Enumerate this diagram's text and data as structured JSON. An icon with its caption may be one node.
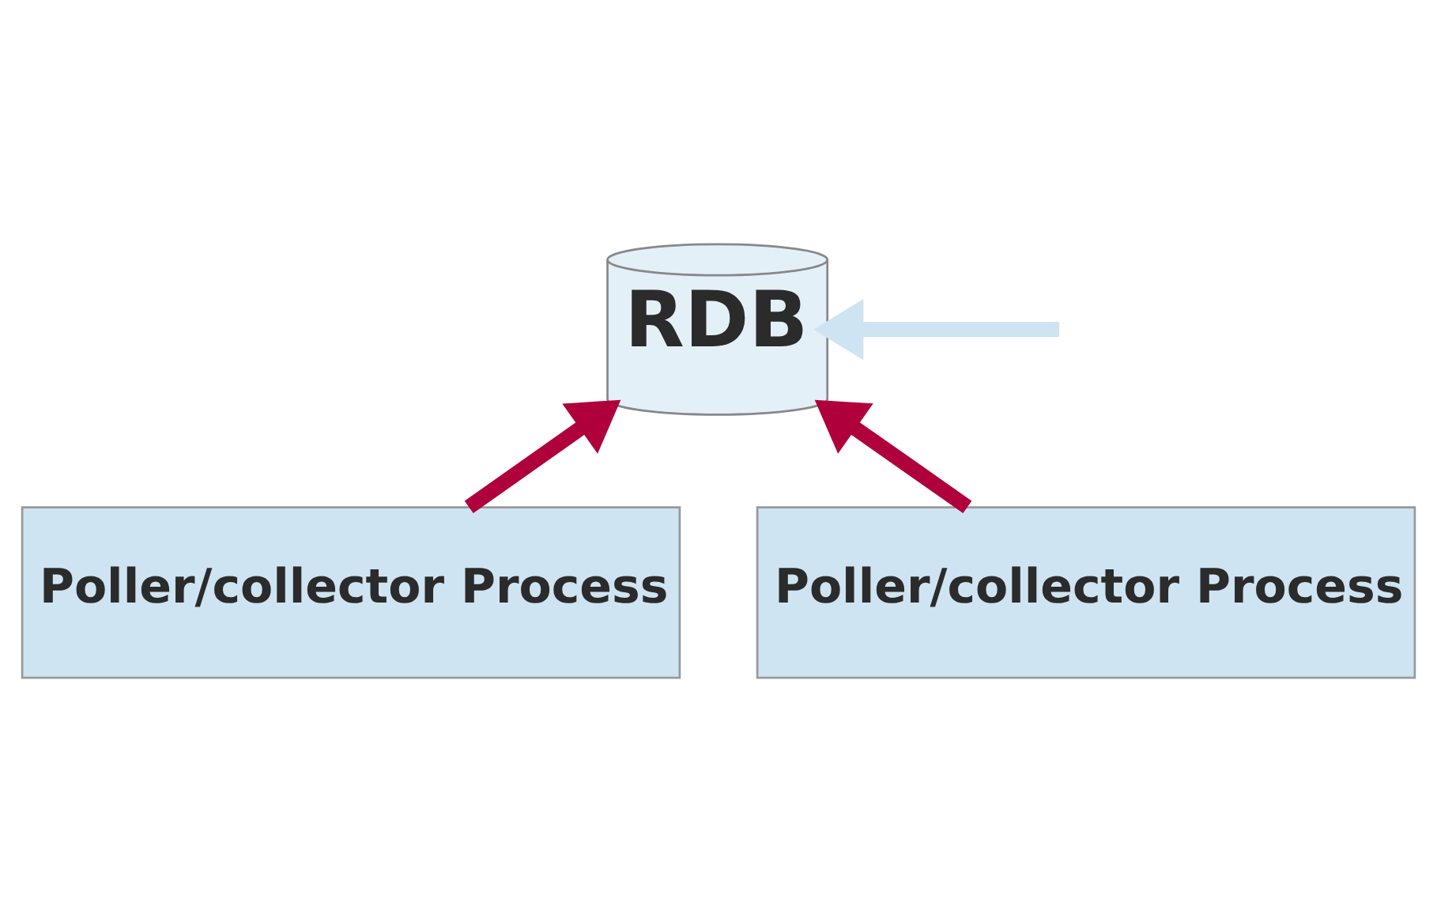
{
  "diagram": {
    "nodes": [
      {
        "text": [
          "RDB"
        ]
      },
      {
        "text": [
          "Poller/collector Process"
        ]
      },
      {
        "text": [
          "Poller/collector Process"
        ]
      }
    ],
    "edges": [
      {
        "from": 1,
        "to": 0,
        "arrow": "to"
      },
      {
        "from": 2,
        "to": 0,
        "arrow": "to"
      },
      {
        "from": null,
        "to": 0,
        "arrow": "to",
        "color": "#cfe4f2"
      }
    ]
  }
}
